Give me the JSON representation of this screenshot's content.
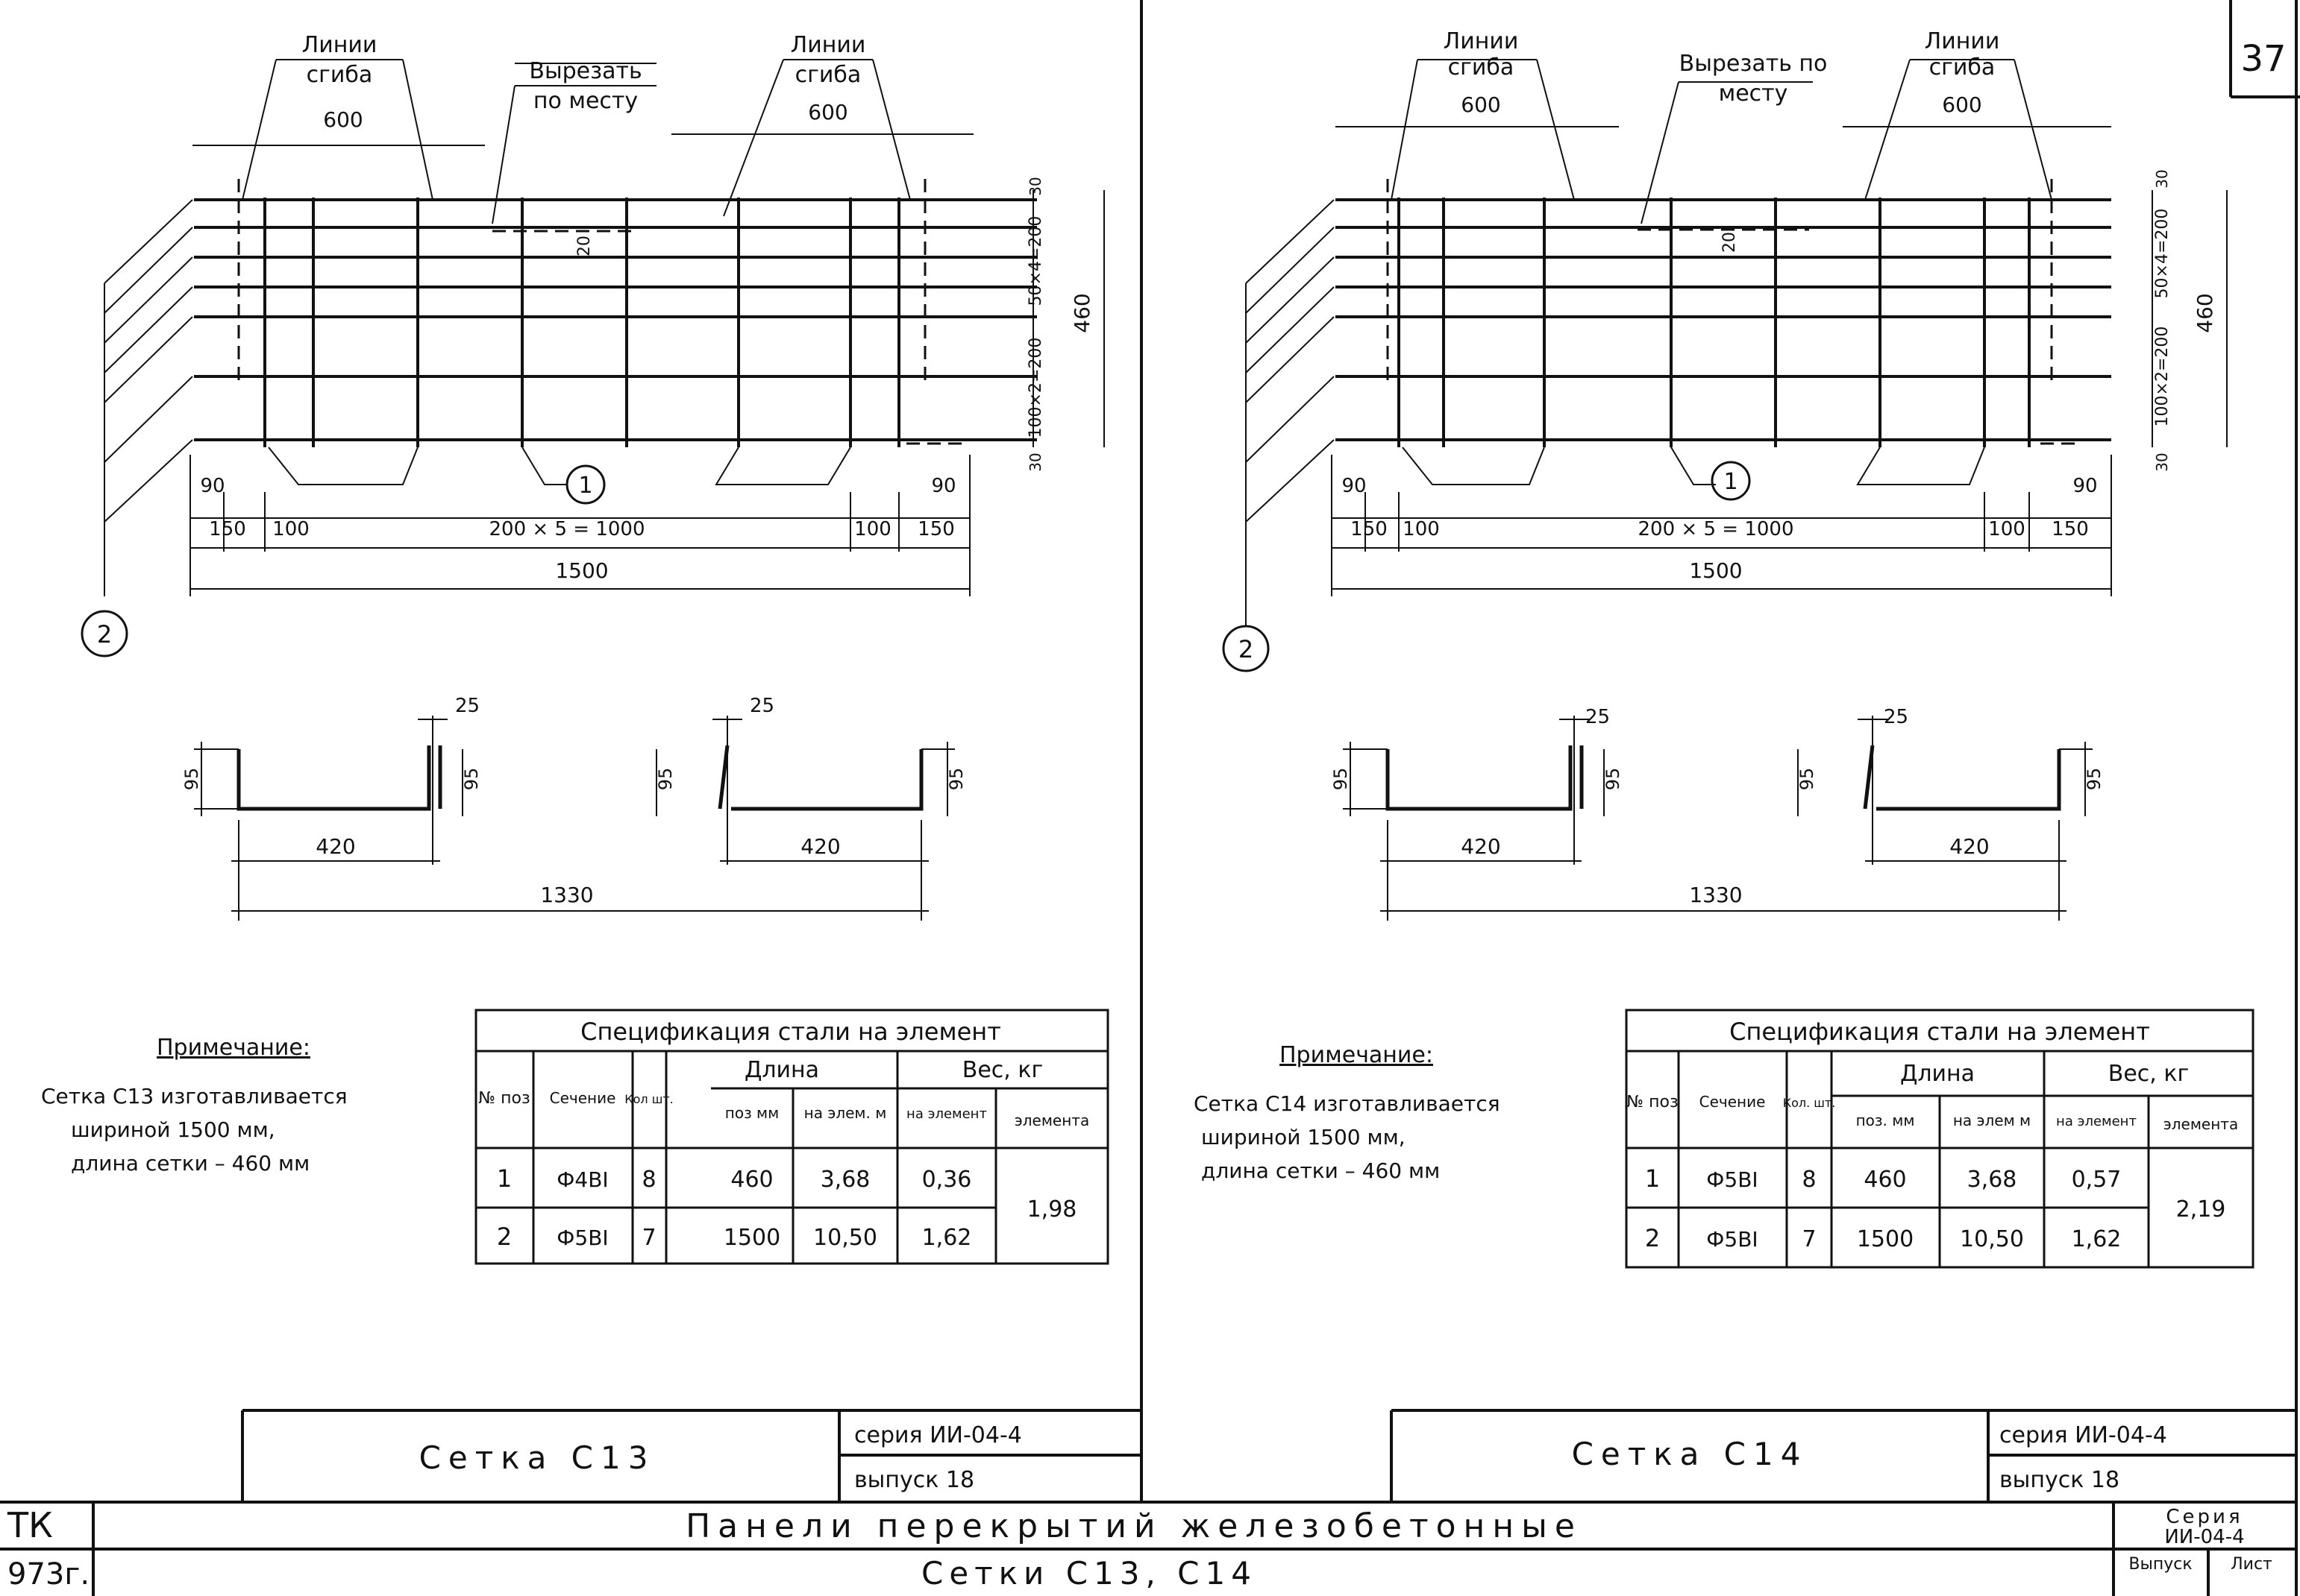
{
  "page_number": "37",
  "labels": {
    "bend_lines_1": "Линии",
    "bend_lines_2": "сгиба",
    "cut_1": "Вырезать",
    "cut_2": "по месту",
    "cut_right_1": "Вырезать по",
    "cut_right_2": "месту"
  },
  "dims": {
    "d600": "600",
    "d30": "30",
    "d20": "20",
    "d90": "90",
    "d150": "150",
    "d100": "100",
    "mid": "200 × 5 = 1000",
    "total": "1500",
    "top_v": "50×4=200",
    "mid_v": "100×2=200",
    "d460": "460",
    "d25": "25",
    "d95": "95",
    "d420": "420",
    "d1330": "1330"
  },
  "marks": {
    "pos1": "1",
    "pos2": "2"
  },
  "left": {
    "note_title": "Примечание:",
    "note_lines": [
      "Сетка С13 изготавливается",
      "шириной 1500 мм,",
      "длина сетки – 460 мм"
    ],
    "stamp_title": "Сетка С13",
    "series": "серия ИИ-04-4",
    "issue": "выпуск 18",
    "spec": {
      "title": "Спецификация стали на элемент",
      "h_pos": "№ поз",
      "h_section": "Сечение",
      "h_qty": "Кол шт.",
      "h_length": "Длина",
      "h_weight": "Вес, кг",
      "h_pos_mm": "поз мм",
      "h_per_elem_m": "на элем. м",
      "h_per_item": "на элемент",
      "h_elem": "элемента",
      "rows": [
        {
          "pos": "1",
          "section": "Ф4ВI",
          "qty": "8",
          "len_mm": "460",
          "len_m": "3,68",
          "w": "0,36"
        },
        {
          "pos": "2",
          "section": "Ф5ВI",
          "qty": "7",
          "len_mm": "1500",
          "len_m": "10,50",
          "w": "1,62"
        }
      ],
      "total": "1,98"
    }
  },
  "right": {
    "note_title": "Примечание:",
    "note_lines": [
      "Сетка С14 изготавливается",
      "шириной 1500 мм,",
      "длина сетки – 460 мм"
    ],
    "stamp_title": "Сетка С14",
    "series": "серия ИИ-04-4",
    "issue": "выпуск 18",
    "spec": {
      "title": "Спецификация стали на элемент",
      "h_pos": "№ поз",
      "h_section": "Сечение",
      "h_qty": "Кол. шт.",
      "h_length": "Длина",
      "h_weight": "Вес, кг",
      "h_pos_mm": "поз. мм",
      "h_per_elem_m": "на элем м",
      "h_per_item": "на элемент",
      "h_elem": "элемента",
      "rows": [
        {
          "pos": "1",
          "section": "Ф5ВI",
          "qty": "8",
          "len_mm": "460",
          "len_m": "3,68",
          "w": "0,57"
        },
        {
          "pos": "2",
          "section": "Ф5ВI",
          "qty": "7",
          "len_mm": "1500",
          "len_m": "10,50",
          "w": "1,62"
        }
      ],
      "total": "2,19"
    }
  },
  "bottom": {
    "org": "ТК",
    "code": "973г.",
    "title": "Панели перекрытий железобетонные",
    "subtitle": "Сетки С13, С14",
    "series_label": "Серия",
    "series_value": "ИИ-04-4",
    "issue_label": "Выпуск",
    "sheet_label": "Лист"
  }
}
